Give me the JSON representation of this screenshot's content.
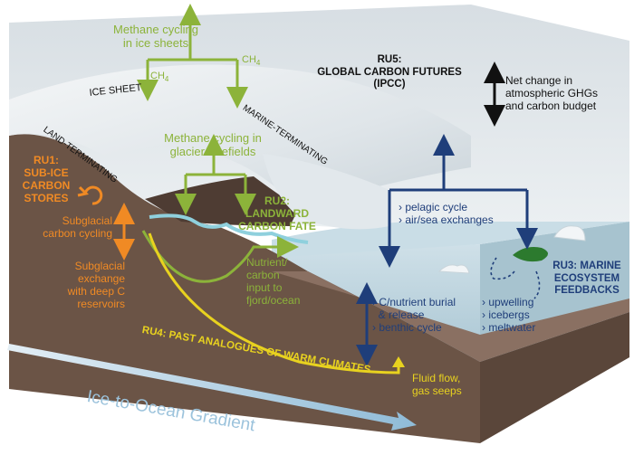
{
  "labels": {
    "methane_ice": "Methane cycling\nin ice sheets",
    "ch4_left": "CH",
    "ch4_left_sub": "4",
    "ch4_right": "CH",
    "ch4_right_sub": "4",
    "ice_sheet": "ICE SHEET",
    "land_terminating": "LAND-TERMINATING",
    "marine_terminating": "MARINE-TERMINATING",
    "methane_forefields": "Methane cycling in\nglacier forefields",
    "ru1": "RU1:\nSUB-ICE\nCARBON\nSTORES",
    "subglacial_cycling": "Subglacial\ncarbon cycling",
    "subglacial_exchange": "Subglacial\nexchange\nwith deep C\nreservoirs",
    "ru2": "RU2:\nLANDWARD\nCARBON FATE",
    "nutrient": "Nutrient/\ncarbon\ninput to\nfjord/ocean",
    "ru5": "RU5:\nGLOBAL CARBON FUTURES\n(IPCC)",
    "net_change": "Net change in\natmospheric GHGs\nand carbon budget",
    "pelagic": "› pelagic cycle\n› air/sea exchanges",
    "ru3": "RU3: MARINE\nECOSYSTEM\nFEEDBACKS",
    "burial": "› C/nutrient burial\n  & release\n› benthic cycle",
    "upwelling": "› upwelling\n› icebergs\n› meltwater",
    "ru4": "RU4: PAST ANALOGUES OF WARM CLIMATES",
    "fluid": "Fluid flow,\ngas seeps",
    "gradient": "Ice-to-Ocean Gradient"
  },
  "colors": {
    "green": "#8cb33a",
    "orange": "#f08a24",
    "navy": "#1f3e7a",
    "yellow": "#e8d21f",
    "gradient": "#9cc3dc",
    "soil": "#6b5446",
    "ice": "#e6ebee",
    "water": "#b8d2dd"
  }
}
